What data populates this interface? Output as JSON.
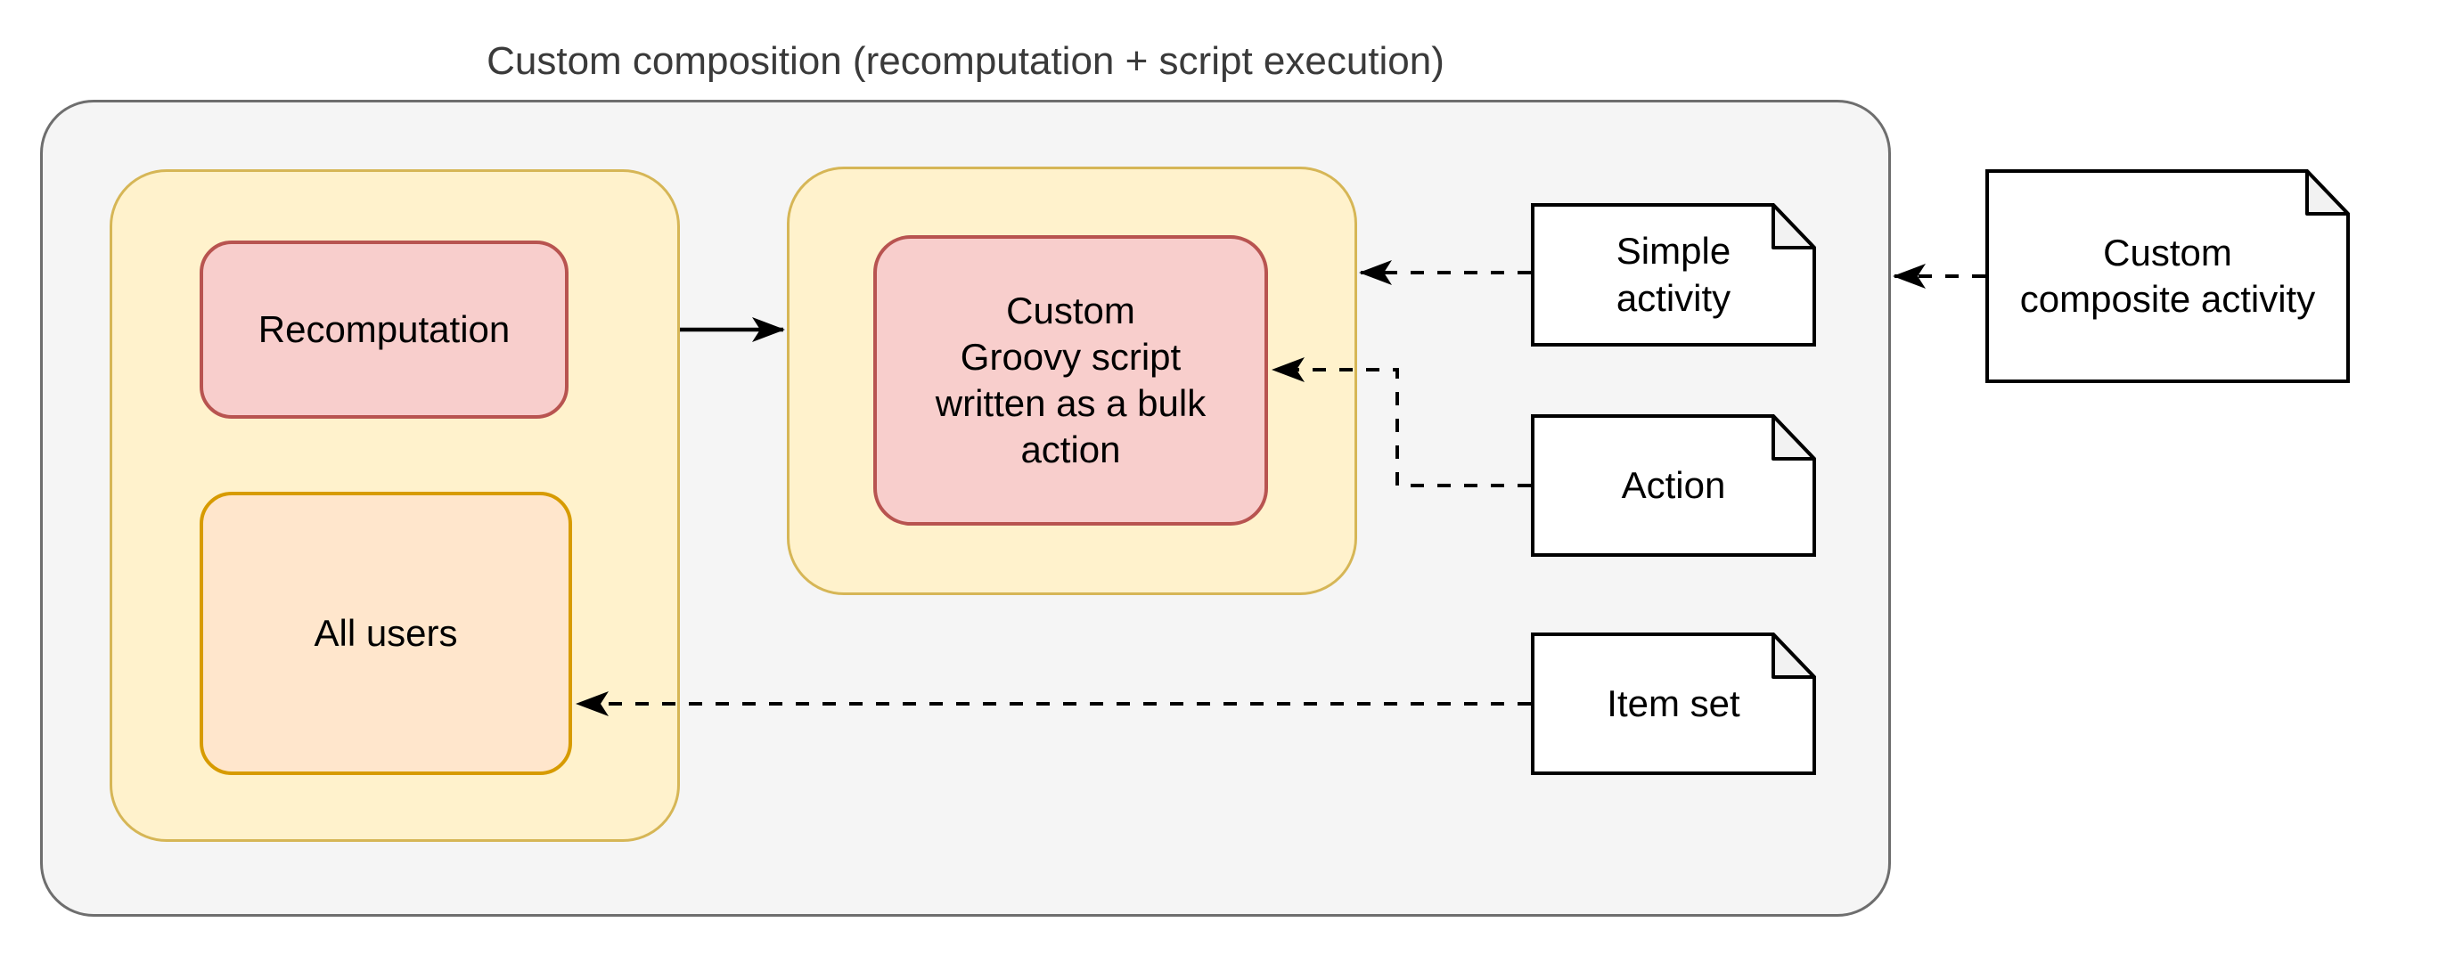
{
  "title": "Custom composition (recomputation + script execution)",
  "nodes": {
    "recomputation": {
      "label": "Recomputation"
    },
    "all_users": {
      "label": "All users"
    },
    "groovy_script": {
      "label": "Custom\nGroovy script\nwritten as a bulk\naction"
    }
  },
  "notes": {
    "simple_activity": {
      "label": "Simple\nactivity"
    },
    "action": {
      "label": "Action"
    },
    "item_set": {
      "label": "Item set"
    },
    "custom_composite_activity": {
      "label": "Custom\ncomposite activity"
    }
  },
  "connectors": [
    {
      "id": "recomputation-group-to-script-group",
      "style": "solid",
      "from": "recomputation group",
      "to": "script group"
    },
    {
      "id": "simple-activity-to-script-group",
      "style": "dashed",
      "from": "Simple activity",
      "to": "script group"
    },
    {
      "id": "action-to-groovy-script",
      "style": "dashed",
      "from": "Action",
      "to": "Custom Groovy script"
    },
    {
      "id": "item-set-to-all-users",
      "style": "dashed",
      "from": "Item set",
      "to": "All users"
    },
    {
      "id": "composite-activity-to-composition",
      "style": "dashed",
      "from": "Custom composite activity",
      "to": "custom composition container"
    }
  ],
  "colors": {
    "yellow_fill": "#FFF2CC",
    "yellow_stroke": "#D6B656",
    "red_fill": "#F8CECC",
    "red_stroke": "#B85450",
    "orange_fill": "#FFE6CC",
    "orange_stroke": "#D79B00",
    "container_fill": "#F5F5F5",
    "container_stroke": "#6E6E6E",
    "note_fill": "#FFFFFF",
    "note_fold_fill": "#F2F2F2",
    "note_stroke": "#000000",
    "connector": "#000000",
    "title_text": "#3A3A3A",
    "page_background": "#FFFFFF"
  }
}
